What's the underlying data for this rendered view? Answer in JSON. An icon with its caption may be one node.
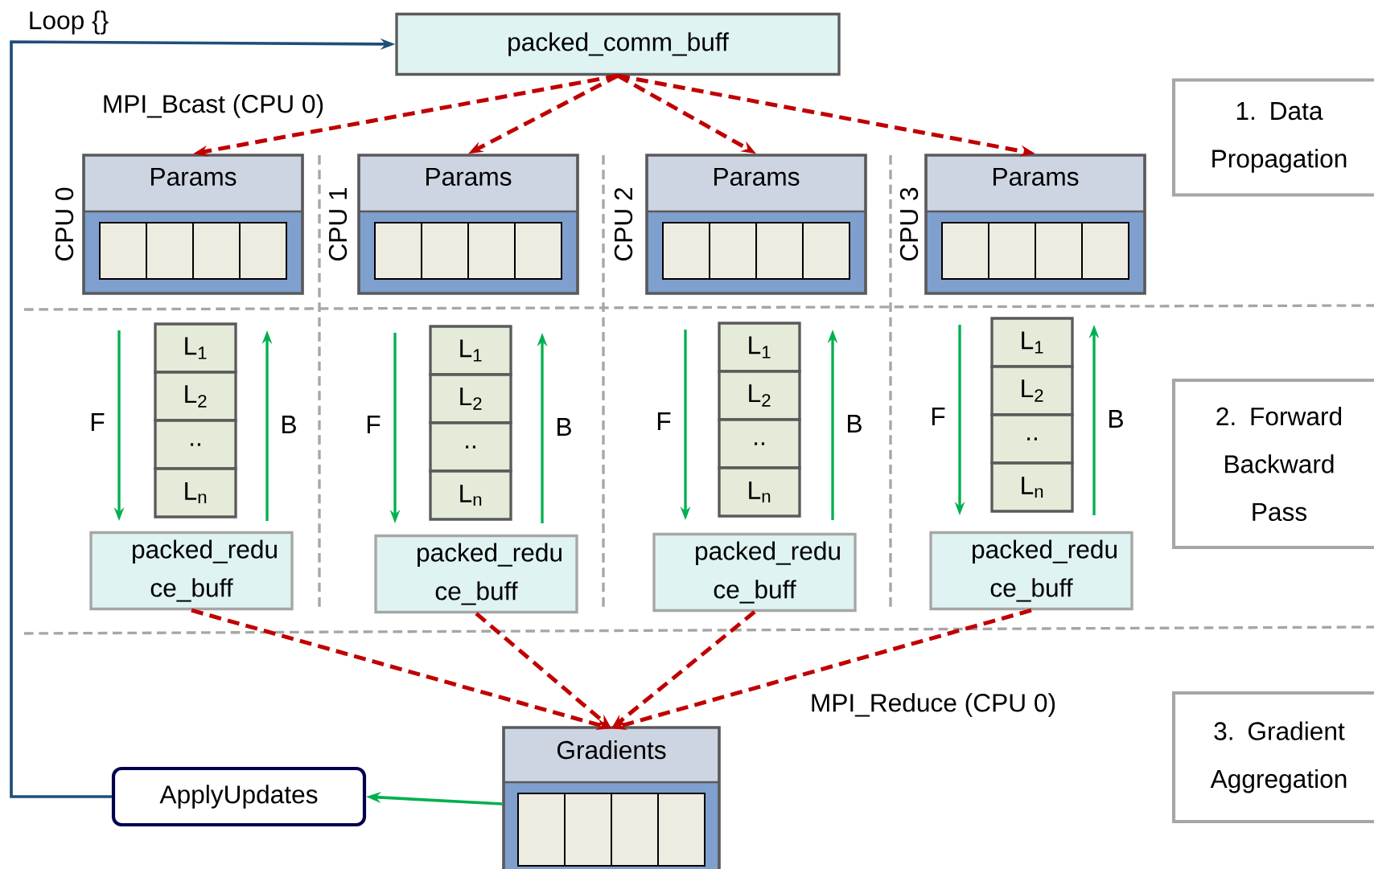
{
  "diagram": {
    "nodes": [
      {
        "text": [
          "packed_comm_buff"
        ]
      },
      {
        "text": [
          "Params"
        ],
        "beside": [
          "CPU 0"
        ]
      },
      {
        "text": [
          "Params"
        ],
        "beside": [
          "CPU 1"
        ]
      },
      {
        "text": [
          "Params"
        ],
        "beside": [
          "CPU 2"
        ]
      },
      {
        "text": [
          "Params"
        ],
        "beside": [
          "CPU 3"
        ]
      },
      {
        "text": [
          "L$_{1}$"
        ]
      },
      {
        "text": [
          "L$_{2}$"
        ]
      },
      {
        "text": [
          ".."
        ]
      },
      {
        "text": [
          "L$_{n}$"
        ]
      },
      {
        "text": [
          "packed_redu ce_buff"
        ]
      },
      {
        "text": [
          "L$_{1}$"
        ]
      },
      {
        "text": [
          "L$_{2}$"
        ]
      },
      {
        "text": [
          ".."
        ]
      },
      {
        "text": [
          "L$_{n}$"
        ]
      },
      {
        "text": [
          "packed_redu ce_buff"
        ]
      },
      {
        "text": [
          "L$_{1}$"
        ]
      },
      {
        "text": [
          "L$_{2}$"
        ]
      },
      {
        "text": [
          ".."
        ]
      },
      {
        "text": [
          "L$_{n}$"
        ]
      },
      {
        "text": [
          "packed_redu ce_buff"
        ]
      },
      {
        "text": [
          "L$_{1}$"
        ]
      },
      {
        "text": [
          "L$_{2}$"
        ]
      },
      {
        "text": [
          ".."
        ]
      },
      {
        "text": [
          "L$_{n}$"
        ]
      },
      {
        "text": [
          "packed_redu ce_buff"
        ]
      },
      {
        "text": [
          "Gradients"
        ]
      },
      {
        "text": [
          "ApplyUpdates"
        ]
      },
      {
        "text": [
          "1. Data Propagation"
        ]
      },
      {
        "text": [
          "2. Forward Backward Pass"
        ]
      },
      {
        "text": [
          "3. Gradient Aggregation"
        ]
      }
    ],
    "edges": [
      {
        "from": 0,
        "to": 1,
        "arrow": "to",
        "style": "dashed"
      },
      {
        "from": 0,
        "to": 2,
        "arrow": "to",
        "style": "dashed"
      },
      {
        "from": 0,
        "to": 3,
        "arrow": "to",
        "style": "dashed"
      },
      {
        "from": 0,
        "to": 4,
        "arrow": "to",
        "style": "dashed"
      },
      {
        "from": 9,
        "to": 25,
        "arrow": "to",
        "style": "dashed"
      },
      {
        "from": 14,
        "to": 25,
        "arrow": "to",
        "style": "dashed"
      },
      {
        "from": 19,
        "to": 25,
        "arrow": "to",
        "style": "dashed"
      },
      {
        "from": 24,
        "to": 25,
        "arrow": "to",
        "style": "dashed"
      },
      {
        "from": 25,
        "to": 26,
        "arrow": "to",
        "color": "#00b050"
      },
      {
        "from": 26,
        "to": 0,
        "arrow": "to",
        "label": "Loop {}",
        "color": "#1f4e79"
      }
    ],
    "labels": [
      "MPI_Bcast (CPU 0)",
      "F",
      "B",
      "F",
      "B",
      "F",
      "B",
      "F",
      "B",
      "MPI_Reduce (CPU 0)"
    ]
  }
}
